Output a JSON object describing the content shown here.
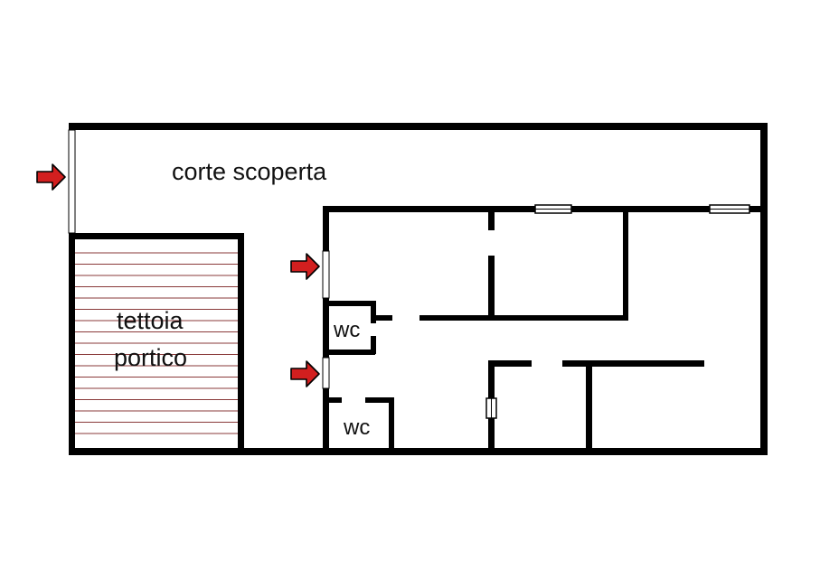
{
  "labels": {
    "courtyard": "corte scoperta",
    "canopy_line1": "tettoia",
    "canopy_line2": "portico",
    "wc_upper": "wc",
    "wc_lower": "wc"
  },
  "colors": {
    "wall": "#000000",
    "arrow": "#d21f1f",
    "arrow_outline": "#000000",
    "hatch": "#8a3a3a",
    "background": "#ffffff"
  },
  "icons": {
    "entrance_arrow": "right-arrow-icon",
    "window": "window-icon"
  }
}
